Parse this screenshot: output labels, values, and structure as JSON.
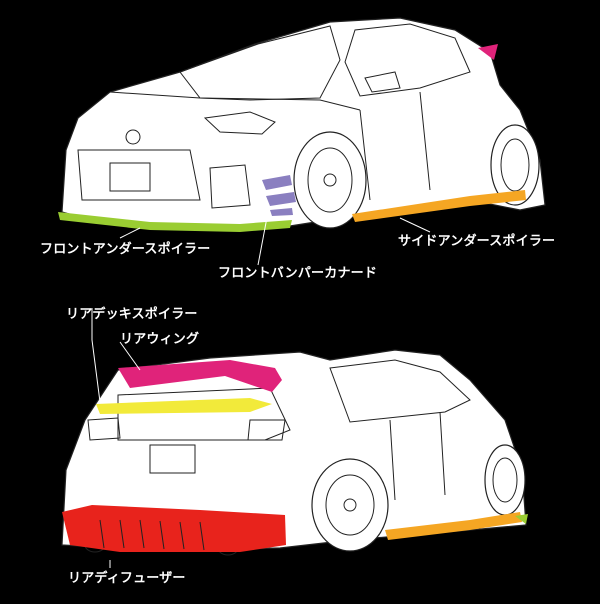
{
  "colors": {
    "background": "#000000",
    "front_under_spoiler": "#9acd32",
    "front_canard": "#8a7fc0",
    "side_under_spoiler": "#f5a623",
    "rear_deck_spoiler": "#f2ea3a",
    "rear_wing": "#e0237a",
    "rear_diffuser": "#e8231c"
  },
  "labels": {
    "front_under_spoiler": "フロントアンダースポイラー",
    "front_bumper_canard": "フロントバンパーカナード",
    "side_under_spoiler": "サイドアンダースポイラー",
    "rear_deck_spoiler": "リアデッキスポイラー",
    "rear_wing": "リアウィング",
    "rear_diffuser": "リアディフューザー"
  }
}
